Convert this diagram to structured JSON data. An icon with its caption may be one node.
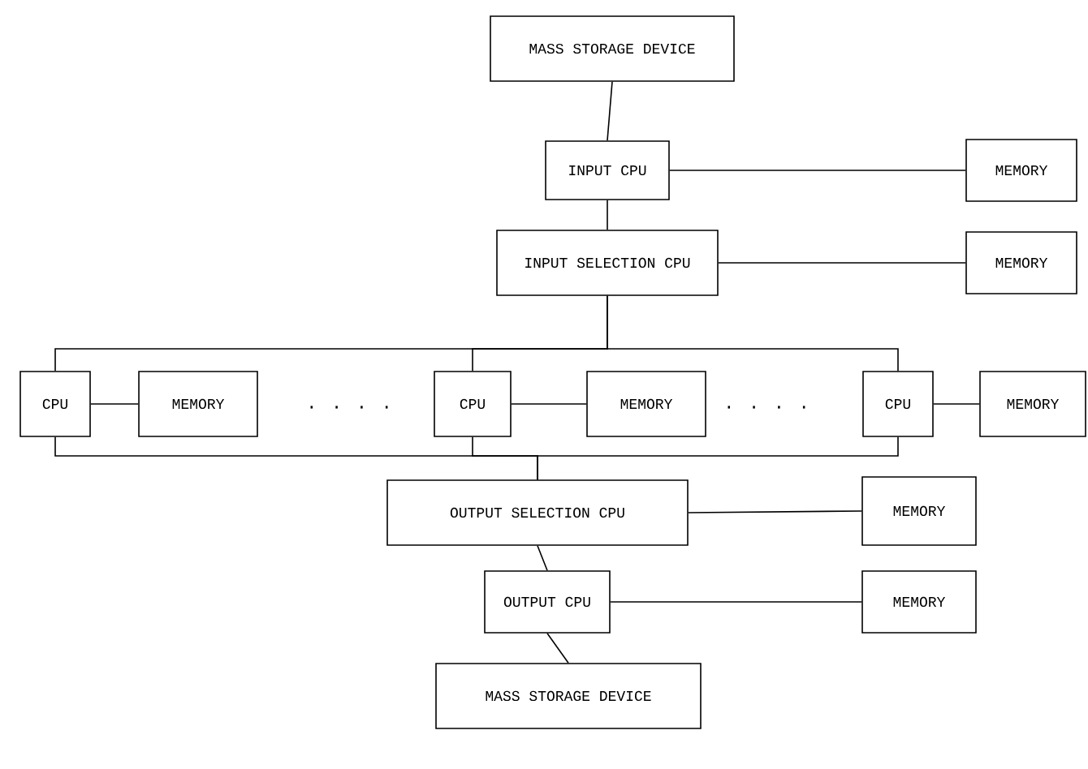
{
  "diagram": {
    "nodes": [
      {
        "text": [
          "MASS STORAGE DEVICE"
        ]
      },
      {
        "text": [
          "INPUT CPU"
        ]
      },
      {
        "text": [
          "MEMORY"
        ]
      },
      {
        "text": [
          "INPUT SELECTION CPU"
        ]
      },
      {
        "text": [
          "MEMORY"
        ]
      },
      {
        "text": [
          "CPU"
        ]
      },
      {
        "text": [
          "MEMORY"
        ]
      },
      {
        "text": [
          "CPU"
        ]
      },
      {
        "text": [
          "MEMORY"
        ]
      },
      {
        "text": [
          "CPU"
        ]
      },
      {
        "text": [
          "MEMORY"
        ]
      },
      {
        "text": [
          "OUTPUT SELECTION CPU"
        ]
      },
      {
        "text": [
          "MEMORY"
        ]
      },
      {
        "text": [
          "OUTPUT CPU"
        ]
      },
      {
        "text": [
          "MEMORY"
        ]
      },
      {
        "text": [
          "MASS STORAGE DEVICE"
        ]
      }
    ],
    "edges": [
      {
        "from": 0,
        "to": 1,
        "arrow": "none"
      },
      {
        "from": 1,
        "to": 2,
        "arrow": "none"
      },
      {
        "from": 1,
        "to": 3,
        "arrow": "none"
      },
      {
        "from": 3,
        "to": 4,
        "arrow": "none"
      },
      {
        "from": 3,
        "to": 5,
        "arrow": "none"
      },
      {
        "from": 3,
        "to": 7,
        "arrow": "none"
      },
      {
        "from": 3,
        "to": 9,
        "arrow": "none"
      },
      {
        "from": 5,
        "to": 6,
        "arrow": "none"
      },
      {
        "from": 7,
        "to": 8,
        "arrow": "none"
      },
      {
        "from": 9,
        "to": 10,
        "arrow": "none"
      },
      {
        "from": 5,
        "to": 11,
        "arrow": "none"
      },
      {
        "from": 7,
        "to": 11,
        "arrow": "none"
      },
      {
        "from": 9,
        "to": 11,
        "arrow": "none"
      },
      {
        "from": 11,
        "to": 12,
        "arrow": "none"
      },
      {
        "from": 11,
        "to": 13,
        "arrow": "none"
      },
      {
        "from": 13,
        "to": 14,
        "arrow": "none"
      },
      {
        "from": 13,
        "to": 15,
        "arrow": "none"
      }
    ],
    "labels": [
      ". . . .",
      ". . . ."
    ]
  }
}
